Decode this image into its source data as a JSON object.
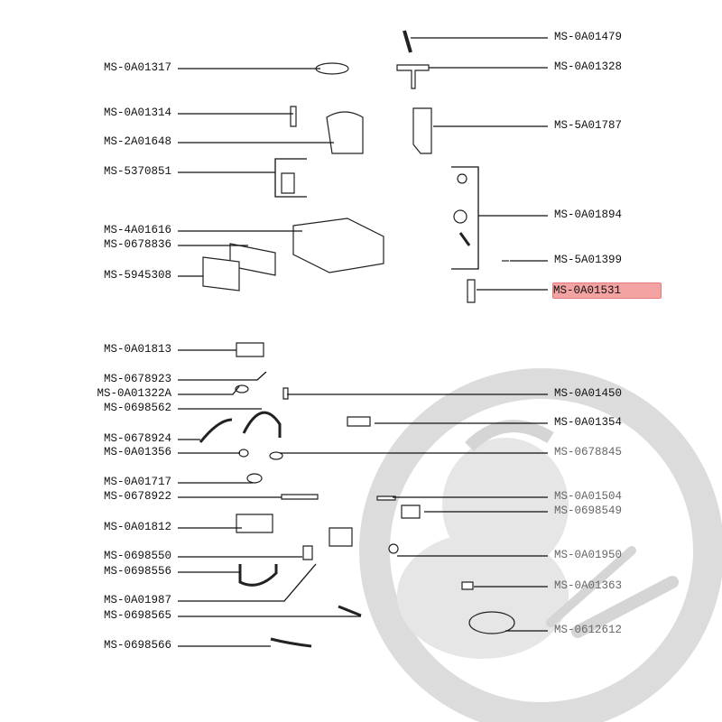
{
  "diagram_title": "",
  "watermark": {
    "color": "#d9d9d9"
  },
  "highlight_color": "#f4a3a3",
  "left_labels": [
    "MS-0A01317",
    "MS-0A01314",
    "MS-2A01648",
    "MS-5370851",
    "MS-4A01616",
    "MS-0678836",
    "MS-5945308",
    "MS-0A01813",
    "MS-0678923",
    "MS-0A01322A",
    "MS-0698562",
    "MS-0678924",
    "MS-0A01356",
    "MS-0A01717",
    "MS-0678922",
    "MS-0A01812",
    "MS-0698550",
    "MS-0698556",
    "MS-0A01987",
    "MS-0698565",
    "MS-0698566"
  ],
  "right_labels": [
    "MS-0A01479",
    "MS-0A01328",
    "MS-5A01787",
    "MS-0A01894",
    "MS-5A01399",
    "MS-0A01531",
    "MS-0A01450",
    "MS-0A01354",
    "MS-0678845",
    "MS-0A01504",
    "MS-0698549",
    "MS-0A01950",
    "MS-0A01363",
    "MS-0612612"
  ],
  "selected_part": "MS-0A01531"
}
